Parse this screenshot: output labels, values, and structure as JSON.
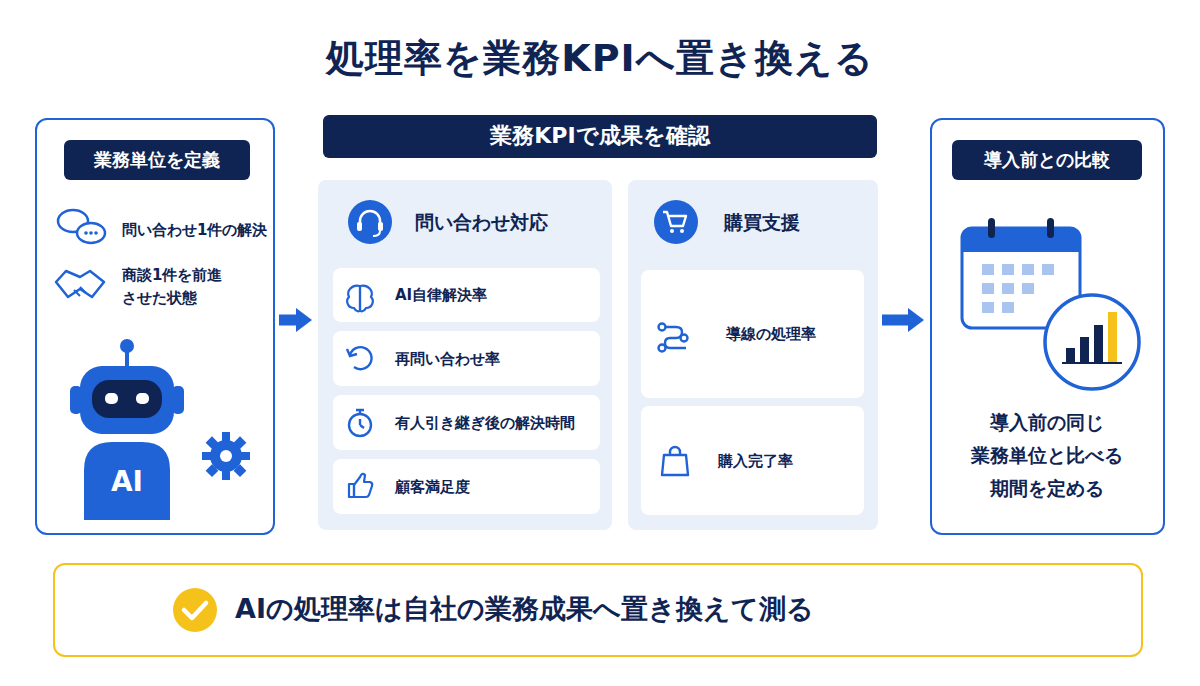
{
  "diagram": {
    "title": "処理率を業務KPIへ置き換える",
    "nodes": [
      {
        "text": [
          "業務単位を定義",
          "問い合わせ1件の解決",
          "商談1件を前進 させた状態"
        ]
      },
      {
        "text": [
          "業務KPIで成果を確認"
        ]
      },
      {
        "text": [
          "問い合わせ対応"
        ]
      },
      {
        "text": [
          "AI自律解決率"
        ],
        "in": 2
      },
      {
        "text": [
          "再問い合わせ率"
        ],
        "in": 2
      },
      {
        "text": [
          "有人引き継ぎ後の解決時間"
        ],
        "in": 2
      },
      {
        "text": [
          "顧客満足度"
        ],
        "in": 2
      },
      {
        "text": [
          "購買支援"
        ]
      },
      {
        "text": [
          "導線の処理率"
        ],
        "in": 7
      },
      {
        "text": [
          "購入完了率"
        ],
        "in": 7
      },
      {
        "text": [
          "導入前との比較",
          "導入前の同じ 業務単位と比べる 期間を定める"
        ]
      },
      {
        "text": [
          "AIの処理率は自社の業務成果へ置き換えて測る"
        ]
      }
    ],
    "edges": [
      {
        "from": 0,
        "to": 2,
        "arrow": "to"
      },
      {
        "from": 7,
        "to": 10,
        "arrow": "to"
      }
    ],
    "labels": [
      "AI"
    ]
  }
}
